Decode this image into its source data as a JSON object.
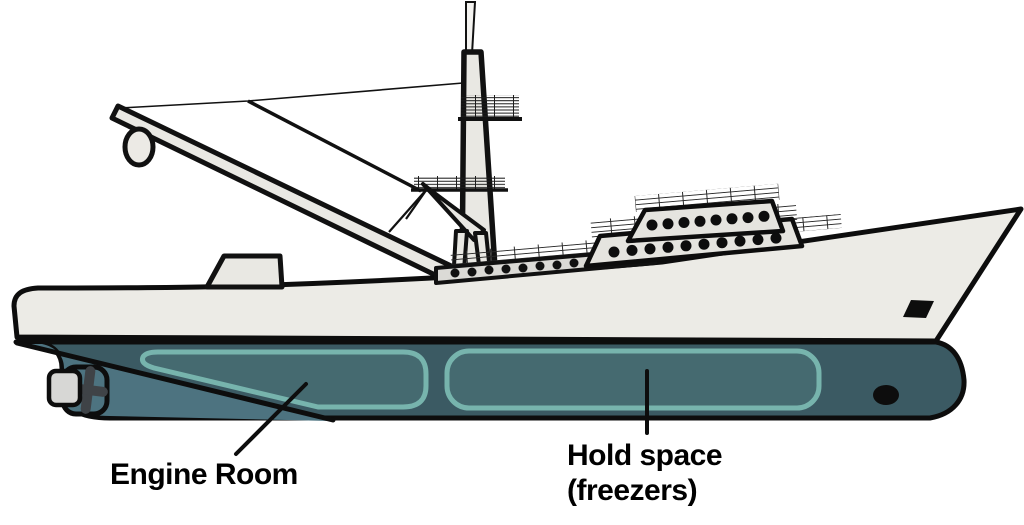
{
  "diagram": {
    "type": "ship-side-profile",
    "subject": "fishing trawler with below-waterline compartments",
    "labels": {
      "engine_room": "Engine Room",
      "hold_space_line1": "Hold space",
      "hold_space_line2": "(freezers)"
    },
    "colors": {
      "background": "#ffffff",
      "hull_above_waterline": "#ecebe6",
      "hull_below_waterline": "#3b5a63",
      "stern_wedge": "#4d7380",
      "compartment_fill": "#456a70",
      "compartment_outline": "#77b4ad",
      "line_outline": "#0d0d0d",
      "propeller_gray": "#3f4347",
      "rudder_gray": "#d7d7d5",
      "label_text": "#000000"
    }
  }
}
